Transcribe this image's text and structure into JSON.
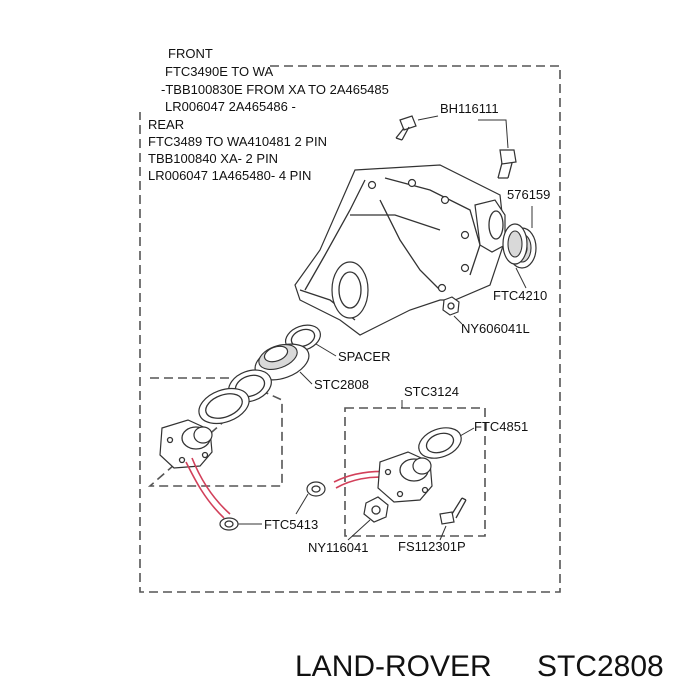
{
  "notes": [
    "FRONT",
    "FTC3490E TO WA",
    "-TBB100830E FROM XA TO 2A465485",
    "LR006047 2A465486 -",
    "REAR",
    "FTC3489 TO WA410481 2 PIN",
    "TBB100840 XA- 2 PIN",
    "LR006047 1A465480- 4 PIN"
  ],
  "parts": {
    "bolt_top": "BH116111",
    "seal_right": "576159",
    "bearing_right": "FTC4210",
    "nut_small": "NY606041L",
    "spacer": "SPACER",
    "main_part": "STC2808",
    "flange_group": "STC3124",
    "shim": "FTC4851",
    "washer": "FTC5413",
    "nut": "NY116041",
    "screw": "FS112301P"
  },
  "footer": {
    "brand": "LAND-ROVER",
    "part_number": "STC2808"
  }
}
